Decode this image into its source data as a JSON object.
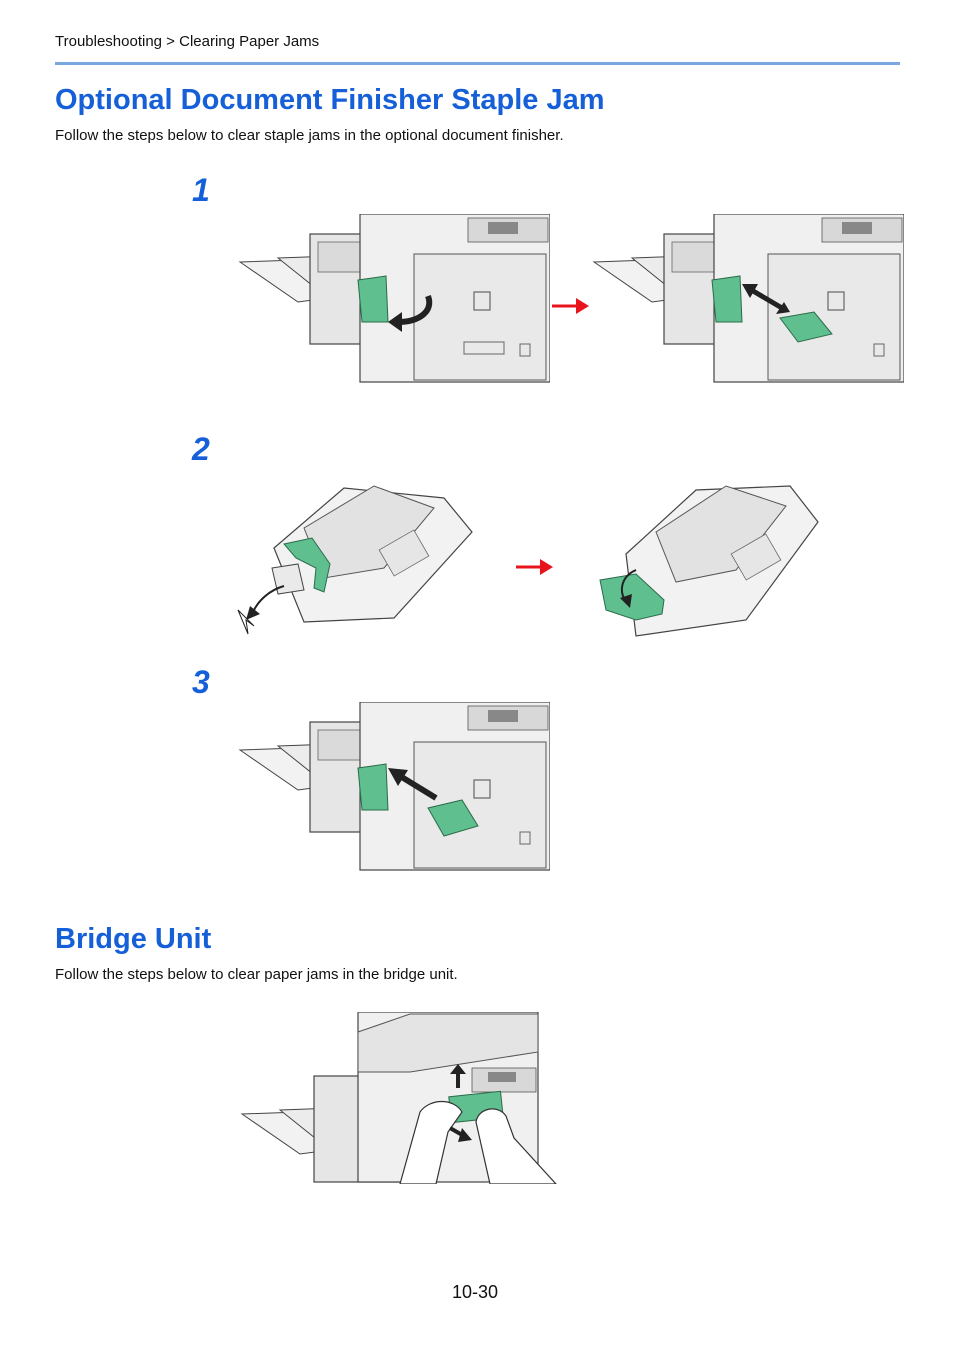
{
  "breadcrumb": "Troubleshooting > Clearing Paper Jams",
  "section1": {
    "title": "Optional Document Finisher Staple Jam",
    "intro": "Follow the steps below to clear staple jams in the optional document finisher.",
    "steps": [
      "1",
      "2",
      "3"
    ]
  },
  "section2": {
    "title": "Bridge Unit",
    "intro": "Follow the steps below to clear paper jams in the bridge unit."
  },
  "page_number": "10-30",
  "colors": {
    "heading": "#1560d8",
    "rule": "#7aa7e0",
    "accent_arrow": "#e8141b",
    "part_green": "#5fbf8f"
  }
}
